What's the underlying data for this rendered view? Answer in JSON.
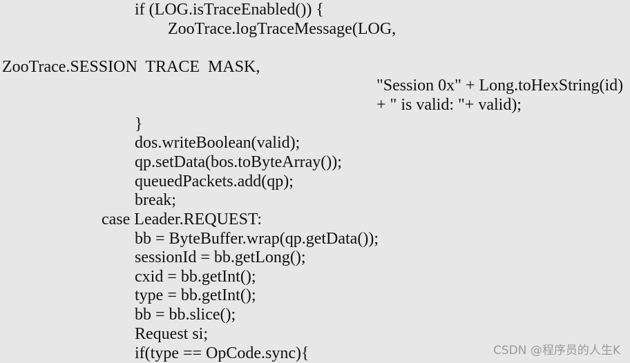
{
  "code": {
    "lines": [
      "if (LOG.isTraceEnabled()) {",
      "ZooTrace.logTraceMessage(LOG,",
      "ZooTrace.SESSION  TRACE  MASK,",
      "\"Session 0x\" + Long.toHexString(id)",
      "+ \" is valid: \"+ valid);",
      "}",
      "dos.writeBoolean(valid);",
      "qp.setData(bos.toByteArray());",
      "queuedPackets.add(qp);",
      "break;",
      "case Leader.REQUEST:",
      "bb = ByteBuffer.wrap(qp.getData());",
      "sessionId = bb.getLong();",
      "cxid = bb.getInt();",
      "type = bb.getInt();",
      "bb = bb.slice();",
      "Request si;",
      "if(type == OpCode.sync){"
    ]
  },
  "watermark": {
    "text": "CSDN @程序员的人生K"
  },
  "colors": {
    "background": "#e7e7e7",
    "text": "#111111",
    "watermark": "#9a9a9a"
  }
}
